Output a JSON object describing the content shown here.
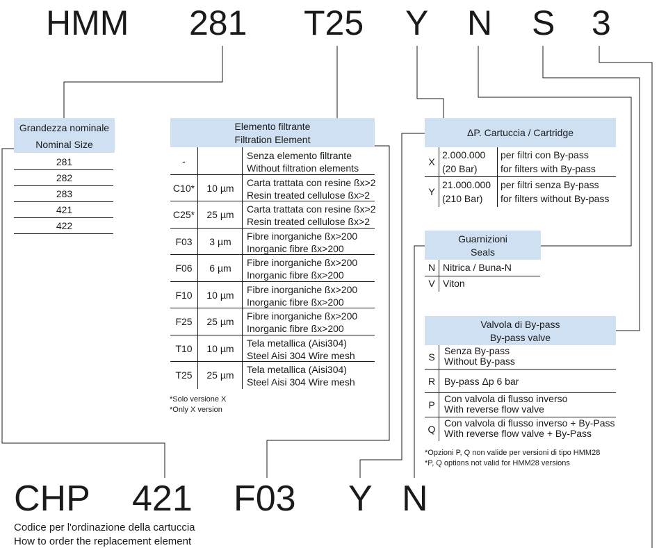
{
  "top_code": {
    "series": "HMM",
    "size": "281",
    "element": "T25",
    "pressure": "Y",
    "seal": "N",
    "bypass": "S",
    "last": "3"
  },
  "nominal_size": {
    "header_it": "Grandezza nominale",
    "header_en": "Nominal Size",
    "rows": [
      "281",
      "282",
      "283",
      "421",
      "422"
    ]
  },
  "filter_element": {
    "header_it": "Elemento filtrante",
    "header_en": "Filtration Element",
    "rows": [
      {
        "code": "-",
        "micron": "",
        "it": "Senza elemento filtrante",
        "en": "Without filtration elements"
      },
      {
        "code": "C10*",
        "micron": "10 µm",
        "it": "Carta trattata con resine ßx>2",
        "en": "Resin treated cellulose ßx>2"
      },
      {
        "code": "C25*",
        "micron": "25 µm",
        "it": "Carta trattata con resine ßx>2",
        "en": "Resin treated cellulose ßx>2"
      },
      {
        "code": "F03",
        "micron": "3 µm",
        "it": "Fibre inorganiche ßx>200",
        "en": "Inorganic fibre ßx>200"
      },
      {
        "code": "F06",
        "micron": "6 µm",
        "it": "Fibre inorganiche ßx>200",
        "en": "Inorganic fibre ßx>200"
      },
      {
        "code": "F10",
        "micron": "10 µm",
        "it": "Fibre inorganiche ßx>200",
        "en": "Inorganic fibre ßx>200"
      },
      {
        "code": "F25",
        "micron": "25 µm",
        "it": "Fibre inorganiche ßx>200",
        "en": "Inorganic fibre ßx>200"
      },
      {
        "code": "T10",
        "micron": "10 µm",
        "it": "Tela metallica (Aisi304)",
        "en": "Steel Aisi 304 Wire mesh"
      },
      {
        "code": "T25",
        "micron": "25 µm",
        "it": "Tela metallica (Aisi304)",
        "en": "Steel Aisi 304 Wire mesh"
      }
    ],
    "note_it": "*Solo versione X",
    "note_en": "*Only X version"
  },
  "cartridge": {
    "header": "ΔP. Cartuccia / Cartridge",
    "rows": [
      {
        "code": "X",
        "value_1": "2.000.000",
        "value_2": "(20 Bar)",
        "it": "per filtri con By-pass",
        "en": "for filters with By-pass"
      },
      {
        "code": "Y",
        "value_1": "21.000.000",
        "value_2": "(210 Bar)",
        "it": "per filtri senza By-pass",
        "en": "for filters without By-pass"
      }
    ]
  },
  "seals": {
    "header_it": "Guarnizioni",
    "header_en": "Seals",
    "rows": [
      {
        "code": "N",
        "label": "Nitrica / Buna-N"
      },
      {
        "code": "V",
        "label": "Viton"
      }
    ]
  },
  "bypass": {
    "header_it": "Valvola di By-pass",
    "header_en": "By-pass valve",
    "rows": [
      {
        "code": "S",
        "it": "Senza By-pass",
        "en": "Without By-pass"
      },
      {
        "code": "R",
        "it": "By-pass Δp 6 bar",
        "en": ""
      },
      {
        "code": "P",
        "it": "Con valvola di flusso inverso",
        "en": "With reverse flow valve"
      },
      {
        "code": "Q",
        "it": "Con valvola di flusso inverso + By-Pass",
        "en": "With reverse flow valve + By-Pass"
      }
    ],
    "note_it": "*Opzioni P, Q non valide per versioni di tipo HMM28",
    "note_en": "*P, Q options not valid for HMM28 versions"
  },
  "bottom_code": {
    "series": "CHP",
    "size": "421",
    "element": "F03",
    "pressure": "Y",
    "seal": "N",
    "caption_it": "Codice per l'ordinazione della cartuccia",
    "caption_en": "How to order the replacement element"
  }
}
